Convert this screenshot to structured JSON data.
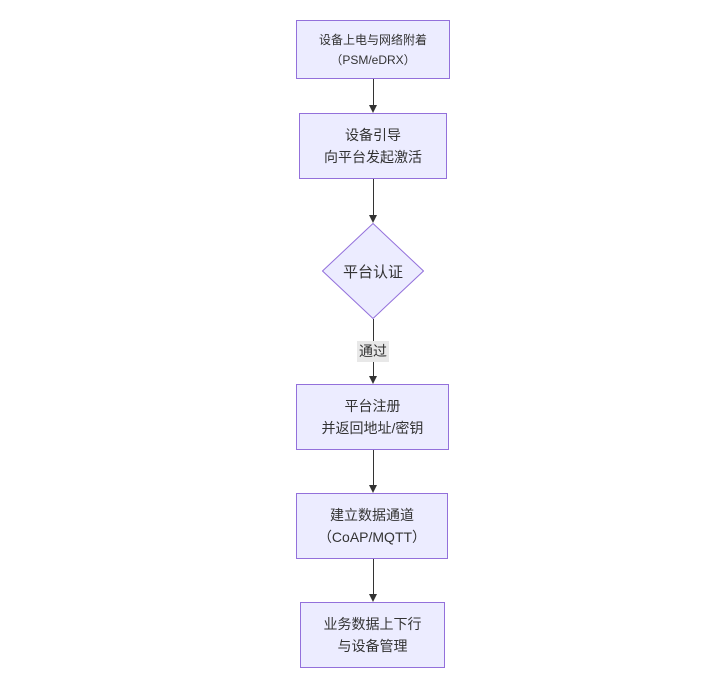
{
  "diagram": {
    "type": "flowchart",
    "direction": "top-down",
    "colors": {
      "background": "#ffffff",
      "node_fill": "#ECECFF",
      "node_border": "#9370DB",
      "text": "#333333",
      "arrow": "#333333",
      "edge_label_bg": "#e8e8e8"
    },
    "nodes": [
      {
        "id": "power_attach",
        "shape": "rect",
        "label": "设备上电与网络附着\n（PSM/eDRX）"
      },
      {
        "id": "bootstrap",
        "shape": "rect",
        "label": "设备引导\n向平台发起激活"
      },
      {
        "id": "platform_auth",
        "shape": "diamond",
        "label": "平台认证"
      },
      {
        "id": "register",
        "shape": "rect",
        "label": "平台注册\n并返回地址/密钥"
      },
      {
        "id": "data_channel",
        "shape": "rect",
        "label": "建立数据通道\n（CoAP/MQTT）"
      },
      {
        "id": "business",
        "shape": "rect",
        "label": "业务数据上下行\n与设备管理"
      }
    ],
    "edges": [
      {
        "from": "power_attach",
        "to": "bootstrap",
        "label": ""
      },
      {
        "from": "bootstrap",
        "to": "platform_auth",
        "label": ""
      },
      {
        "from": "platform_auth",
        "to": "register",
        "label": "通过"
      },
      {
        "from": "register",
        "to": "data_channel",
        "label": ""
      },
      {
        "from": "data_channel",
        "to": "business",
        "label": ""
      }
    ]
  }
}
